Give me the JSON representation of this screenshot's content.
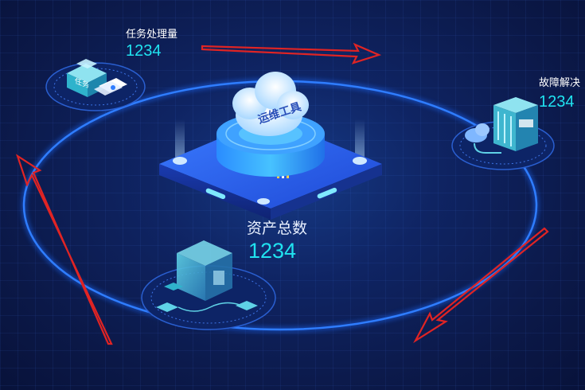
{
  "nodes": {
    "task": {
      "label": "任务处理量",
      "value": "1234"
    },
    "fault": {
      "label": "故障解决",
      "value": "1234"
    },
    "assets": {
      "label": "资产总数",
      "value": "1234"
    }
  },
  "platform": {
    "cloud_label": "运维工具"
  },
  "task_box_text": "任务",
  "colors": {
    "background": "#0c1a4d",
    "accent": "#20e3f0",
    "ring": "#1e6cff",
    "arrow": "#e02424"
  }
}
